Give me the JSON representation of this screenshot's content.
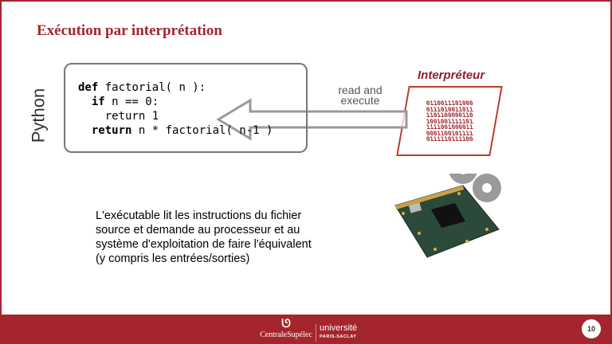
{
  "slide": {
    "title": "Exécution par interprétation",
    "language_label": "Python",
    "page_number": "10"
  },
  "code": {
    "lines": [
      {
        "kw": "def",
        "rest": " factorial( n ):",
        "indent": ""
      },
      {
        "kw": "if",
        "rest": " n == 0:",
        "indent": "  "
      },
      {
        "kw": "",
        "rest": "return 1",
        "indent": "    "
      },
      {
        "kw": "return",
        "rest": " n * factorial( n-1 )",
        "indent": "  "
      }
    ]
  },
  "arrow_label": {
    "line1": "read and",
    "line2": "execute"
  },
  "interpreter": {
    "label": "Interpréteur",
    "binary": [
      "0110011101000",
      "0111010011011",
      "1101100000110",
      "1001001111101",
      "1111001000011",
      "0001100101111",
      "0111110111100"
    ]
  },
  "description": {
    "lines": [
      "L'exécutable lit les instructions du fichier",
      "source et demande au processeur et au",
      "système d'exploitation de faire l'équivalent",
      "(y compris les entrées/sorties)"
    ]
  },
  "footer": {
    "logo1": "CentraleSupélec",
    "logo2_main": "université",
    "logo2_sub": "PARIS-SACLAY"
  },
  "colors": {
    "brand": "#a4262c"
  }
}
